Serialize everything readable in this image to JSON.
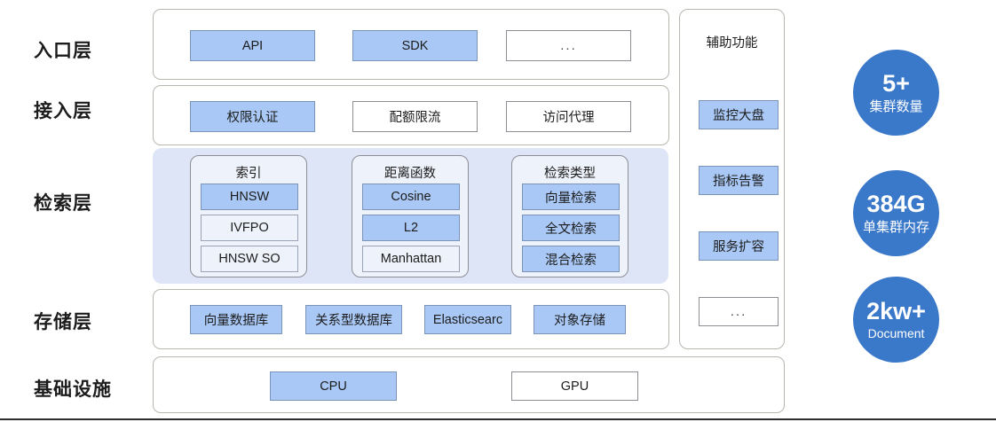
{
  "diagram": {
    "title_layers": [
      {
        "id": "entry",
        "label": "入口层"
      },
      {
        "id": "access",
        "label": "接入层"
      },
      {
        "id": "retrieval",
        "label": "检索层"
      },
      {
        "id": "storage",
        "label": "存储层"
      },
      {
        "id": "infra",
        "label": "基础设施"
      }
    ],
    "entry_layer": {
      "items": [
        {
          "label": "API",
          "style": "fill"
        },
        {
          "label": "SDK",
          "style": "fill"
        },
        {
          "label": "...",
          "style": "plain"
        }
      ]
    },
    "access_layer": {
      "items": [
        {
          "label": "权限认证",
          "style": "fill"
        },
        {
          "label": "配额限流",
          "style": "plain"
        },
        {
          "label": "访问代理",
          "style": "plain"
        }
      ]
    },
    "retrieval_layer": {
      "groups": [
        {
          "title": "索引",
          "items": [
            {
              "label": "HNSW",
              "style": "fill"
            },
            {
              "label": "IVFPO",
              "style": "soft"
            },
            {
              "label": "HNSW  SO",
              "style": "soft"
            }
          ]
        },
        {
          "title": "距离函数",
          "items": [
            {
              "label": "Cosine",
              "style": "fill"
            },
            {
              "label": "L2",
              "style": "fill"
            },
            {
              "label": "Manhattan",
              "style": "soft"
            }
          ]
        },
        {
          "title": "检索类型",
          "items": [
            {
              "label": "向量检索",
              "style": "fill"
            },
            {
              "label": "全文检索",
              "style": "fill"
            },
            {
              "label": "混合检索",
              "style": "fill"
            }
          ]
        }
      ]
    },
    "storage_layer": {
      "items": [
        {
          "label": "向量数据库",
          "style": "fill"
        },
        {
          "label": "关系型数据库",
          "style": "fill"
        },
        {
          "label": "Elasticsearc",
          "style": "fill"
        },
        {
          "label": "对象存储",
          "style": "fill"
        }
      ]
    },
    "infra_layer": {
      "items": [
        {
          "label": "CPU",
          "style": "fill"
        },
        {
          "label": "GPU",
          "style": "plain"
        }
      ]
    },
    "aux_panel": {
      "title": "辅助功能",
      "items": [
        {
          "label": "监控大盘",
          "style": "fill"
        },
        {
          "label": "指标告警",
          "style": "fill"
        },
        {
          "label": "服务扩容",
          "style": "fill"
        },
        {
          "label": "...",
          "style": "plain"
        }
      ]
    },
    "stats": [
      {
        "value": "5+",
        "caption": "集群数量",
        "caption_script": "cjk"
      },
      {
        "value": "384G",
        "caption": "单集群内存",
        "caption_script": "cjk"
      },
      {
        "value": "2kw+",
        "caption": "Document",
        "caption_script": "latin"
      }
    ],
    "colors": {
      "accent_blue": "#3a78c9",
      "box_fill": "#a9c8f5",
      "panel_lavender": "#dde5f6",
      "card_soft": "#eef2fa",
      "border_gray": "#b7b7b0"
    }
  }
}
